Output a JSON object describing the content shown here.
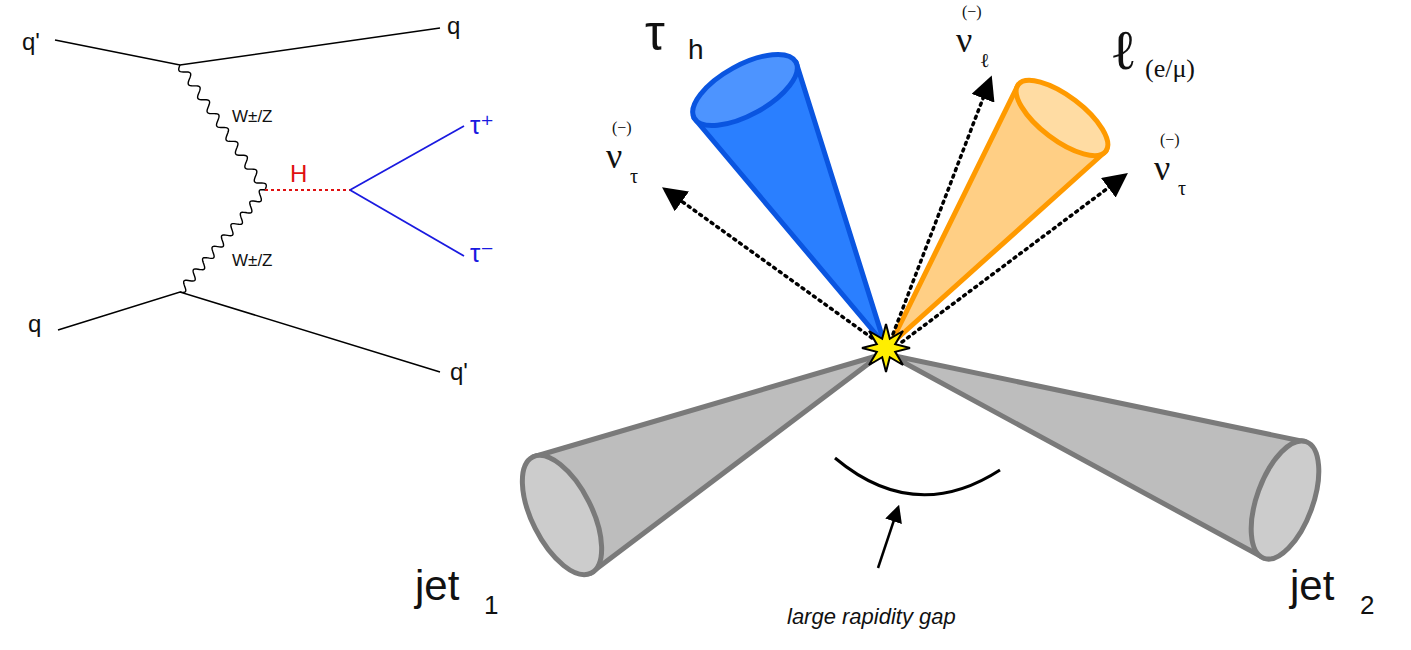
{
  "diagram": {
    "labels": [
      "q'",
      "q",
      "W±/Z",
      "H",
      "τ⁺",
      "τ⁻",
      "W±/Z",
      "q",
      "q'",
      "τ",
      "h",
      "(−)",
      "ν",
      "τ",
      "(−)",
      "ν",
      "ℓ",
      "ℓ",
      "(e/μ)",
      "(−)",
      "ν",
      "τ",
      "jet",
      "1",
      "jet",
      "2",
      "large rapidity gap"
    ]
  }
}
